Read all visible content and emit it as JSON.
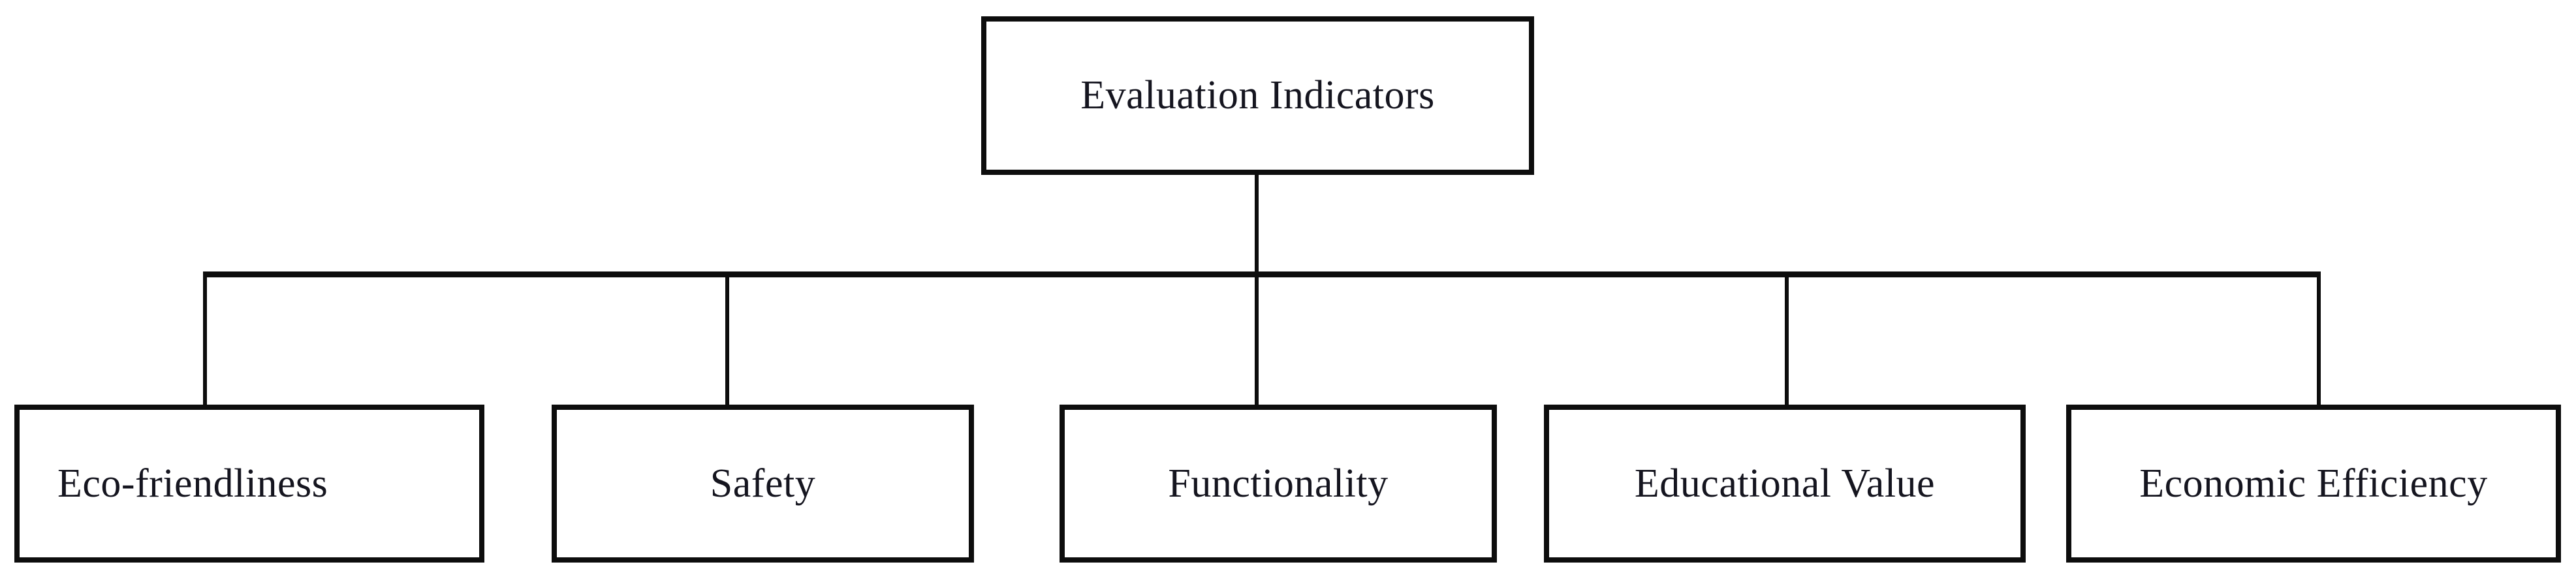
{
  "diagram": {
    "type": "hierarchy-tree",
    "root": {
      "label": "Evaluation Indicators"
    },
    "children": [
      {
        "label": "Eco-friendliness"
      },
      {
        "label": "Safety"
      },
      {
        "label": "Functionality"
      },
      {
        "label": "Educational Value"
      },
      {
        "label": "Economic Efficiency"
      }
    ],
    "colors": {
      "line": "#0d0d0d",
      "text": "#15151f",
      "background": "#ffffff"
    }
  }
}
